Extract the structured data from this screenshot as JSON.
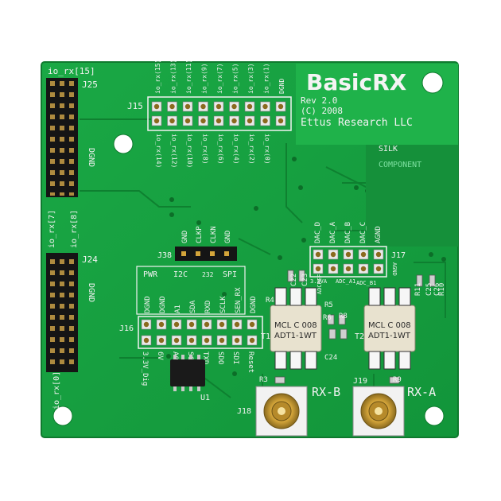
{
  "board": {
    "name": "BasicRX",
    "rev": "Rev 2.0",
    "copyright": "(C) 2008",
    "maker": "Ettus Research LLC",
    "layer_silk": "SILK",
    "layer_component": "COMPONENT"
  },
  "colors": {
    "board_green": "#16a03c",
    "trace_green": "#1e8f3a",
    "silk_white": "#f2f2f2",
    "header_black": "#151515",
    "gold": "#d4a53a"
  },
  "connectors": {
    "j25": "J25",
    "j25_top": "io_rx[15]",
    "j25_dgnd": "DGND",
    "j24": "J24",
    "j24_top_a": "io_rx[7]",
    "j24_top_b": "io_rx[8]",
    "j24_bottom": "io_rx[0]",
    "j24_dgnd": "DGND",
    "j15": "J15",
    "j15_top": [
      "io_rx(15)",
      "io_rx(13)",
      "io_rx(11)",
      "io_rx(9)",
      "io_rx(7)",
      "io_rx(5)",
      "io_rx(3)",
      "io_rx(1)",
      "DGND"
    ],
    "j15_bottom": [
      "io_rx(14)",
      "io_rx(12)",
      "io_rx(10)",
      "io_rx(8)",
      "io_rx(6)",
      "io_rx(4)",
      "io_rx(2)",
      "io_rx(0)"
    ],
    "j38": "J38",
    "j38_pins": [
      "GND",
      "CLKP",
      "CLKN",
      "GND"
    ],
    "j17": "J17",
    "j17_pins": [
      "DAC_D",
      "DAC_A",
      "DAC_B",
      "DAC_C",
      "AGND"
    ],
    "j16": "J16",
    "j16_groups": [
      "PWR",
      "I2C",
      "232",
      "SPI"
    ],
    "j16_top": [
      "DGND",
      "DGND",
      "A1",
      "SDA",
      "RXD",
      "SCLK",
      "SEN_RX",
      "DGND"
    ],
    "j16_bottom": [
      "3.3V_Dig",
      "6V",
      "A0",
      "SCL",
      "TXD",
      "SDO",
      "SDI",
      "Reset"
    ],
    "j18": "J18",
    "j19": "J19",
    "rx_b": "RX-B",
    "rx_a": "RX-A"
  },
  "parts": {
    "t1": "T1",
    "t2": "T2",
    "u1": "U1",
    "transformer_line1": "MCL C 008",
    "transformer_line2": "ADT1-1WT",
    "refs": [
      "R4",
      "R5",
      "R6",
      "R8",
      "R3",
      "R9",
      "R10",
      "R11",
      "C22",
      "C23",
      "C24",
      "C25",
      "C26"
    ],
    "small_labels": [
      "3.3VA",
      "AGND",
      "ADC_B1",
      "ADC_A1",
      "ADCREF"
    ]
  }
}
